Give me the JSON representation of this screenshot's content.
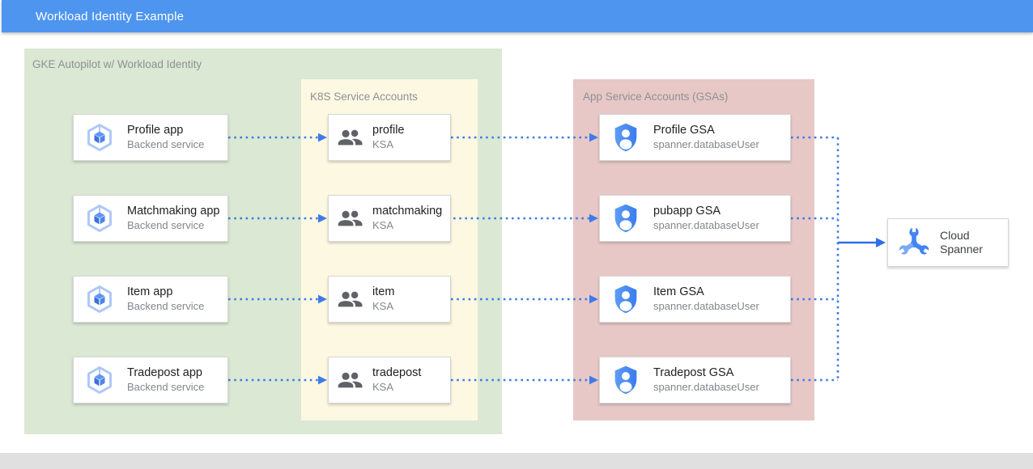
{
  "header": {
    "title": "Workload Identity Example"
  },
  "regions": {
    "gke": {
      "label": "GKE Autopilot w/ Workload Identity",
      "bg": "#DBE8D3"
    },
    "ksa": {
      "label": "K8S Service Accounts",
      "bg": "#FDF8E2"
    },
    "gsa": {
      "label": "App Service Accounts (GSAs)",
      "bg": "#E7C8C6"
    }
  },
  "apps": [
    {
      "title": "Profile app",
      "subtitle": "Backend service",
      "icon": "gke-hexagon-icon"
    },
    {
      "title": "Matchmaking app",
      "subtitle": "Backend service",
      "icon": "gke-hexagon-icon"
    },
    {
      "title": "Item app",
      "subtitle": "Backend service",
      "icon": "gke-hexagon-icon"
    },
    {
      "title": "Tradepost app",
      "subtitle": "Backend service",
      "icon": "gke-hexagon-icon"
    }
  ],
  "ksas": [
    {
      "title": "profile",
      "subtitle": "KSA",
      "icon": "group-people-icon"
    },
    {
      "title": "matchmaking",
      "subtitle": "KSA",
      "icon": "group-people-icon"
    },
    {
      "title": "item",
      "subtitle": "KSA",
      "icon": "group-people-icon"
    },
    {
      "title": "tradepost",
      "subtitle": "KSA",
      "icon": "group-people-icon"
    }
  ],
  "gsas": [
    {
      "title": "Profile GSA",
      "subtitle": "spanner.databaseUser",
      "icon": "shield-person-icon"
    },
    {
      "title": "pubapp GSA",
      "subtitle": "spanner.databaseUser",
      "icon": "shield-person-icon"
    },
    {
      "title": "Item GSA",
      "subtitle": "spanner.databaseUser",
      "icon": "shield-person-icon"
    },
    {
      "title": "Tradepost GSA",
      "subtitle": "spanner.databaseUser",
      "icon": "shield-person-icon"
    }
  ],
  "spanner": {
    "title": "Cloud Spanner",
    "icon": "spanner-wrench-icon"
  },
  "colors": {
    "header_bg": "#4E95F0",
    "dotted_arrow": "#3D7BE8",
    "solid_arrow": "#2F6FE8",
    "card_border": "#D6D6D6",
    "region_label": "#8D9195",
    "bottom_strip": "#E0E0E0"
  }
}
